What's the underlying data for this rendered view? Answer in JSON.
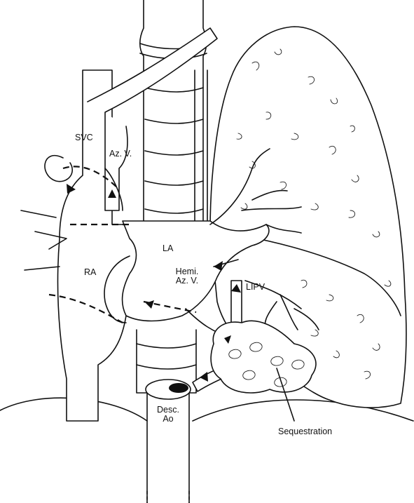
{
  "labels": {
    "svc": "SVC",
    "azv": "Az. V.",
    "la": "LA",
    "ra": "RA",
    "hemi_line1": "Hemi.",
    "hemi_line2": "Az. V.",
    "lipv": "LIPV",
    "desc_line1": "Desc.",
    "desc_line2": "Ao",
    "sequestration": "Sequestration"
  }
}
